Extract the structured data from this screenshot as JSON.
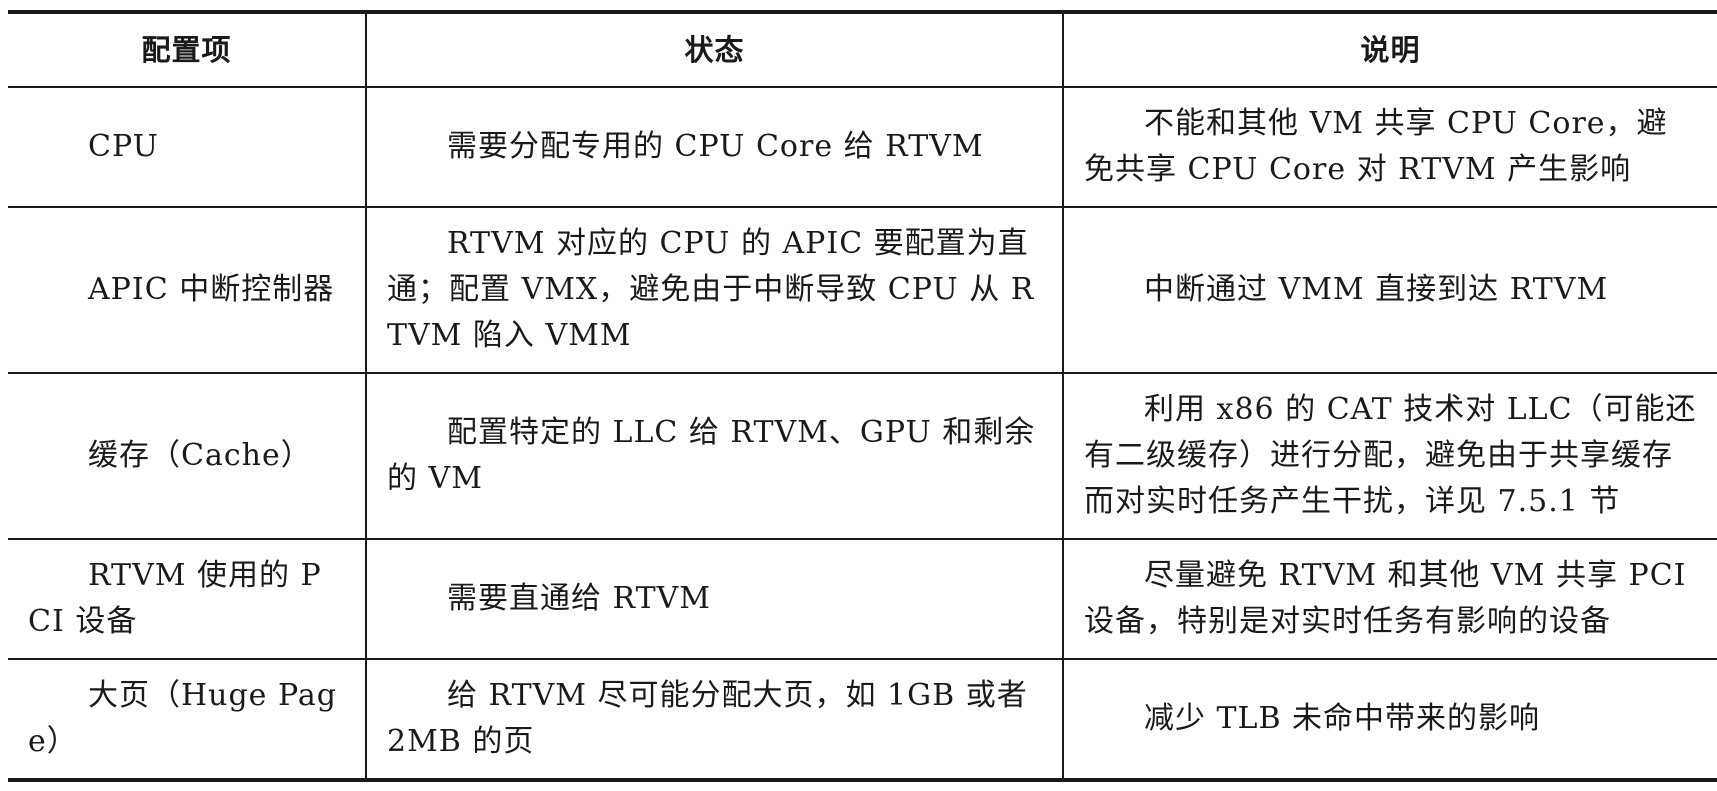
{
  "table": {
    "headers": [
      "配置项",
      "状态",
      "说明"
    ],
    "rows": [
      {
        "item": "CPU",
        "status": "需要分配专用的 CPU Core 给 RTVM",
        "note": "不能和其他 VM 共享 CPU Core，避免共享 CPU Core 对 RTVM 产生影响"
      },
      {
        "item": "APIC 中断控制器",
        "status": "RTVM 对应的 CPU 的 APIC 要配置为直通；配置 VMX，避免由于中断导致 CPU 从 RTVM 陷入 VMM",
        "note": "中断通过 VMM 直接到达 RTVM"
      },
      {
        "item": "缓存（Cache）",
        "status": "配置特定的 LLC 给 RTVM、GPU 和剩余的 VM",
        "note": "利用 x86 的 CAT 技术对 LLC（可能还有二级缓存）进行分配，避免由于共享缓存而对实时任务产生干扰，详见 7.5.1 节"
      },
      {
        "item": "RTVM 使用的 PCI 设备",
        "status": "需要直通给 RTVM",
        "note": "尽量避免 RTVM 和其他 VM 共享 PCI 设备，特别是对实时任务有影响的设备"
      },
      {
        "item": "大页（Huge Page）",
        "status": "给 RTVM 尽可能分配大页，如 1GB 或者 2MB 的页",
        "note": "减少 TLB 未命中带来的影响"
      }
    ]
  }
}
